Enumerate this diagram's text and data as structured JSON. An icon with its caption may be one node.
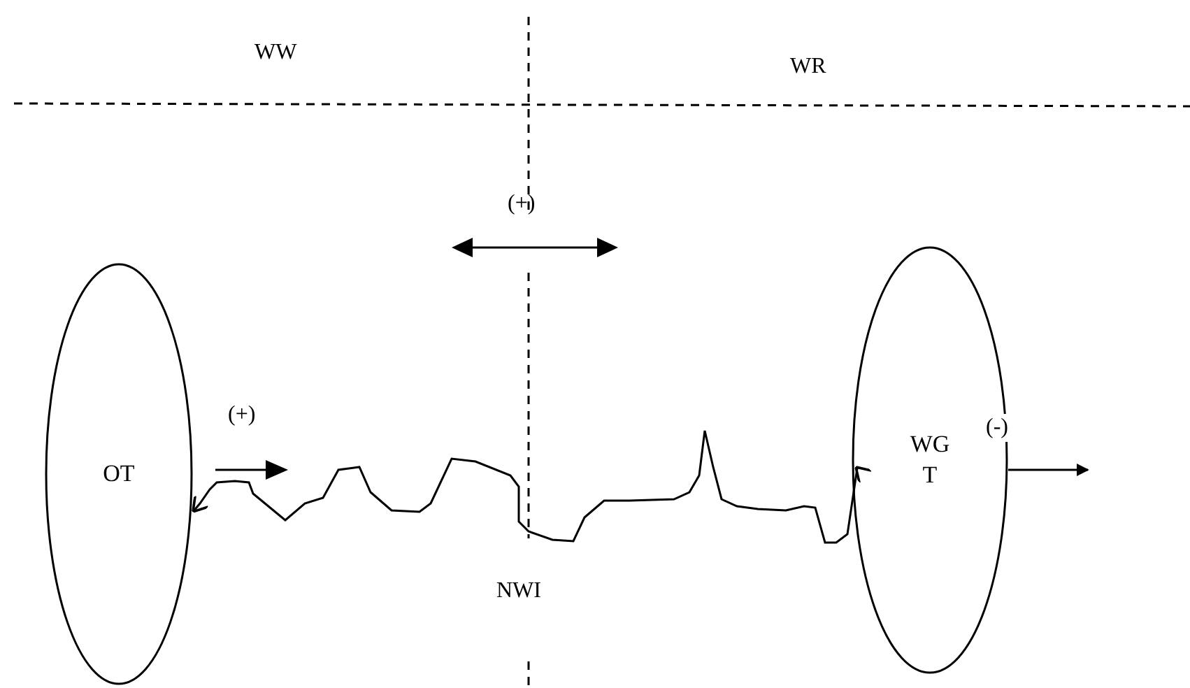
{
  "diagram": {
    "nodes": [
      {
        "text": [
          "OT"
        ]
      },
      {
        "text": [
          "WG T"
        ]
      }
    ],
    "edges": [
      {
        "from": 1,
        "to": 0,
        "arrow": "both"
      },
      {
        "from": 1,
        "to": null,
        "arrow": "to",
        "label": "(-)"
      }
    ],
    "labels": [
      "WW",
      "WR",
      "(+)",
      "(+)",
      "NWI"
    ]
  }
}
